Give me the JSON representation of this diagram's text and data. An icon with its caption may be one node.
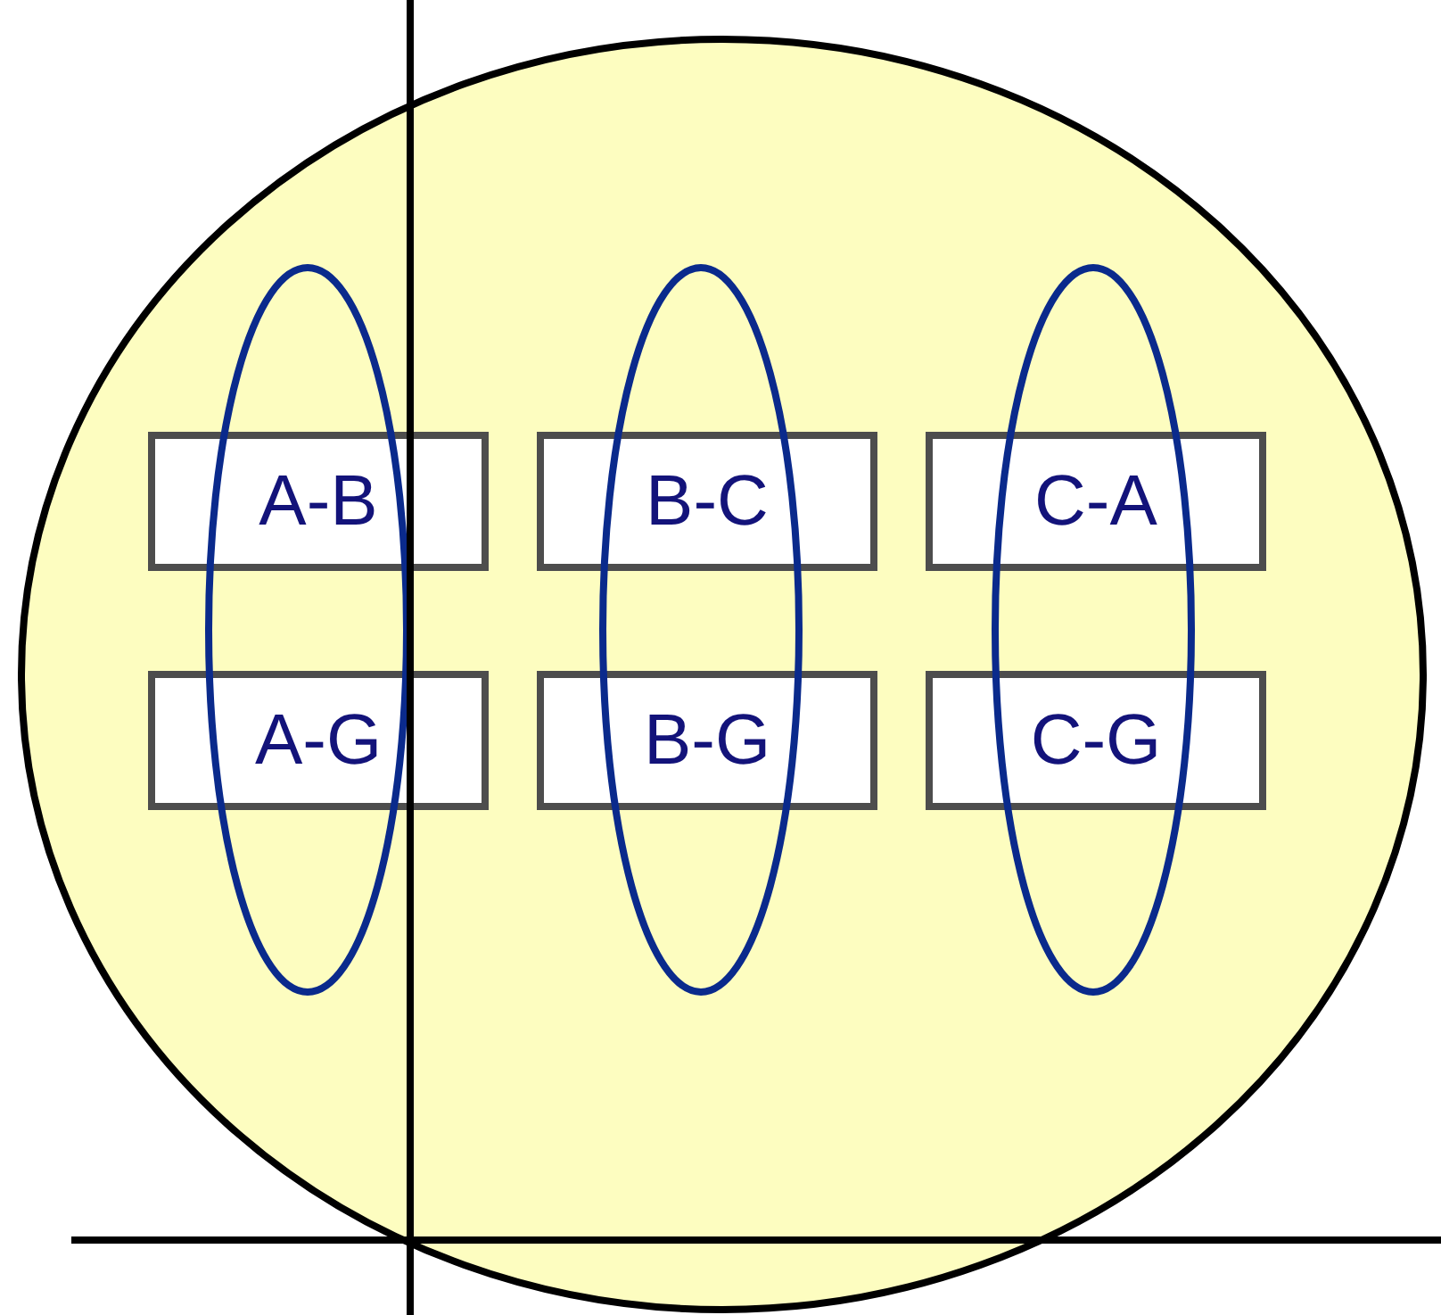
{
  "diagram": {
    "nodes": [
      {
        "text": [],
        "shape": "circle"
      },
      {
        "text": [
          "A-B"
        ],
        "in": 0
      },
      {
        "text": [
          "B-C"
        ],
        "in": 0
      },
      {
        "text": [
          "C-A"
        ],
        "in": 0
      },
      {
        "text": [
          "A-G"
        ],
        "in": 0
      },
      {
        "text": [
          "B-G"
        ],
        "in": 0
      },
      {
        "text": [
          "C-G"
        ],
        "in": 0
      },
      {
        "text": [],
        "shape": "ellipse",
        "in": 0
      },
      {
        "text": [],
        "shape": "ellipse",
        "in": 0
      },
      {
        "text": [],
        "shape": "ellipse",
        "in": 0
      }
    ]
  }
}
